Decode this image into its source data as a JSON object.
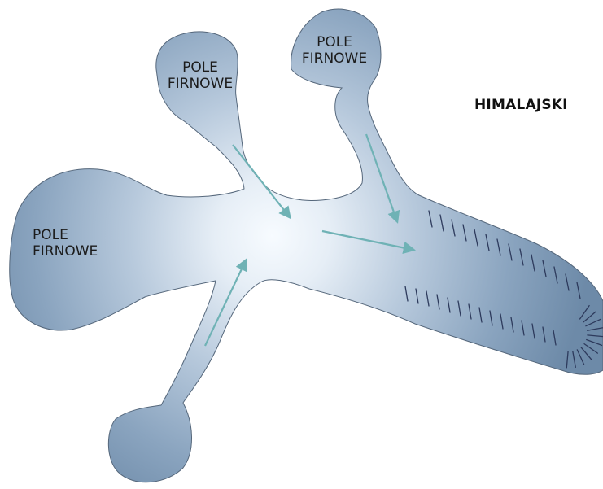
{
  "labels": {
    "firn_field_label": "POLE FIRNOWE",
    "firn_field_1": {
      "line1": "POLE",
      "line2": "FIRNOWE"
    },
    "firn_field_2": {
      "line1": "POLE",
      "line2": "FIRNOWE"
    },
    "firn_field_3": {
      "line1": "POLE",
      "line2": "FIRNOWE"
    }
  },
  "glacier_type": "HIMALAJSKI",
  "colors": {
    "ice_dark": "#7e9ab6",
    "ice_light": "#f4f8fc",
    "outline": "#55677b",
    "flow_arrow": "#6fb2b5",
    "crevasse": "#2d3a5c"
  },
  "icons": {
    "flow_arrow": "arrow-icon",
    "crevasse": "crevasse-mark"
  }
}
